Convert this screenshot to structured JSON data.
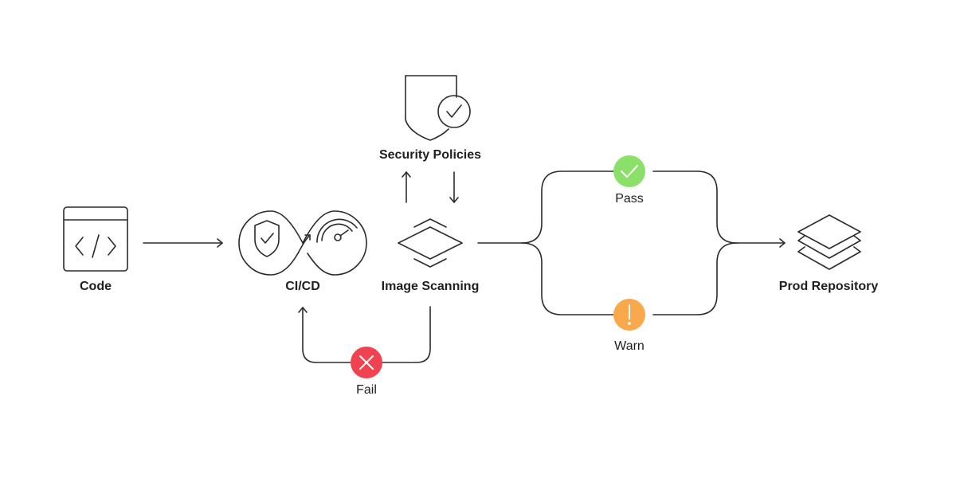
{
  "nodes": {
    "code": "Code",
    "cicd": "CI/CD",
    "image_scanning": "Image Scanning",
    "security_policies": "Security Policies",
    "prod_repository": "Prod Repository"
  },
  "outcomes": {
    "pass": "Pass",
    "warn": "Warn",
    "fail": "Fail"
  },
  "colors": {
    "stroke": "#2b2b2b",
    "pass": "#8be06a",
    "warn": "#f9a94b",
    "fail": "#f0434f"
  },
  "icons": {
    "code": "code-window-icon",
    "cicd": "infinity-shield-gauge-icon",
    "image_scanning": "scan-layers-icon",
    "security_policies": "shield-check-icon",
    "prod_repository": "stacked-layers-icon",
    "pass": "checkmark-icon",
    "warn": "exclamation-icon",
    "fail": "x-icon"
  }
}
